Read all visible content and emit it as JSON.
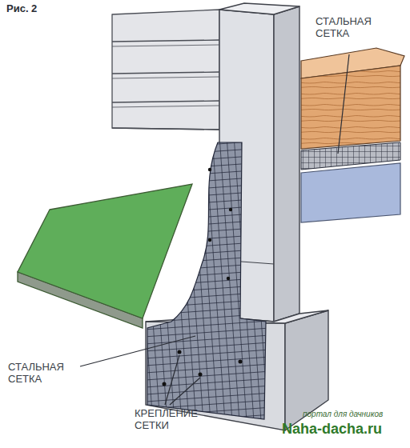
{
  "diagram": {
    "title": "Рис. 2",
    "labels": [
      "СТАЛЬНАЯ СЕТКА",
      "СТАЛЬНАЯ СЕТКА",
      "КРЕПЛЕНИЕ СЕТКИ",
      "портал для дачников",
      "Naha-dacha.ru"
    ]
  }
}
